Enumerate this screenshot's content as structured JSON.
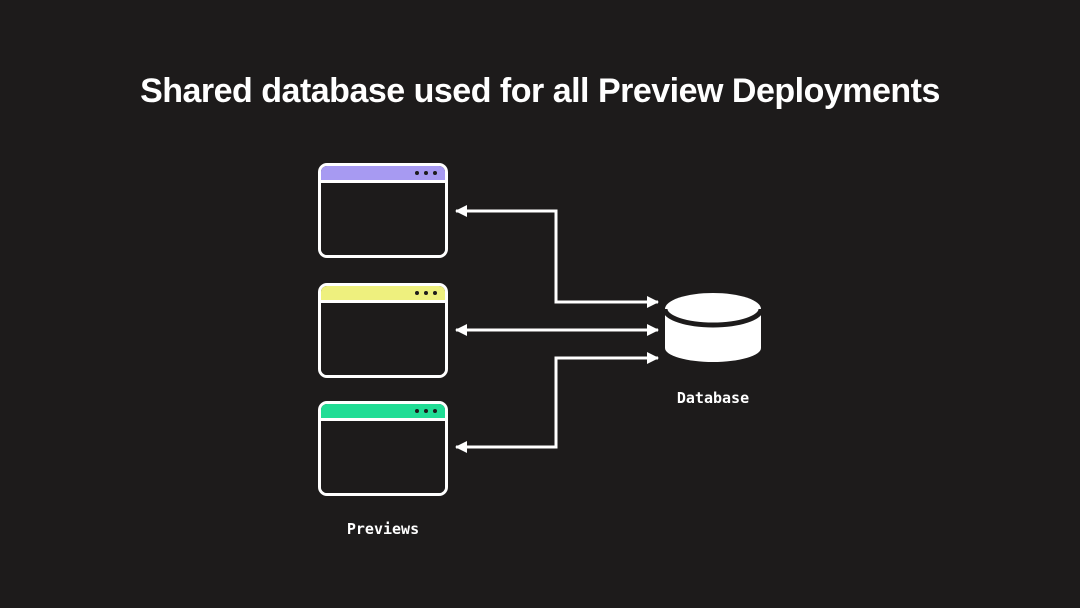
{
  "page": {
    "background_color": "#1d1b1b"
  },
  "title": {
    "text": "Shared database used for all Preview Deployments",
    "color": "#ffffff"
  },
  "previews": {
    "label": "Previews",
    "windows": [
      {
        "id": "preview-window-1",
        "titlebar_color": "#a79af2",
        "dot_count": 3
      },
      {
        "id": "preview-window-2",
        "titlebar_color": "#eef07e",
        "dot_count": 3
      },
      {
        "id": "preview-window-3",
        "titlebar_color": "#21dd95",
        "dot_count": 3
      }
    ]
  },
  "database": {
    "label": "Database",
    "fill_color": "#ffffff"
  },
  "connections": {
    "arrow_color": "#ffffff",
    "links": [
      {
        "from": "preview-window-1",
        "to": "database",
        "bidirectional": true
      },
      {
        "from": "preview-window-2",
        "to": "database",
        "bidirectional": true
      },
      {
        "from": "preview-window-3",
        "to": "database",
        "bidirectional": true
      }
    ]
  }
}
